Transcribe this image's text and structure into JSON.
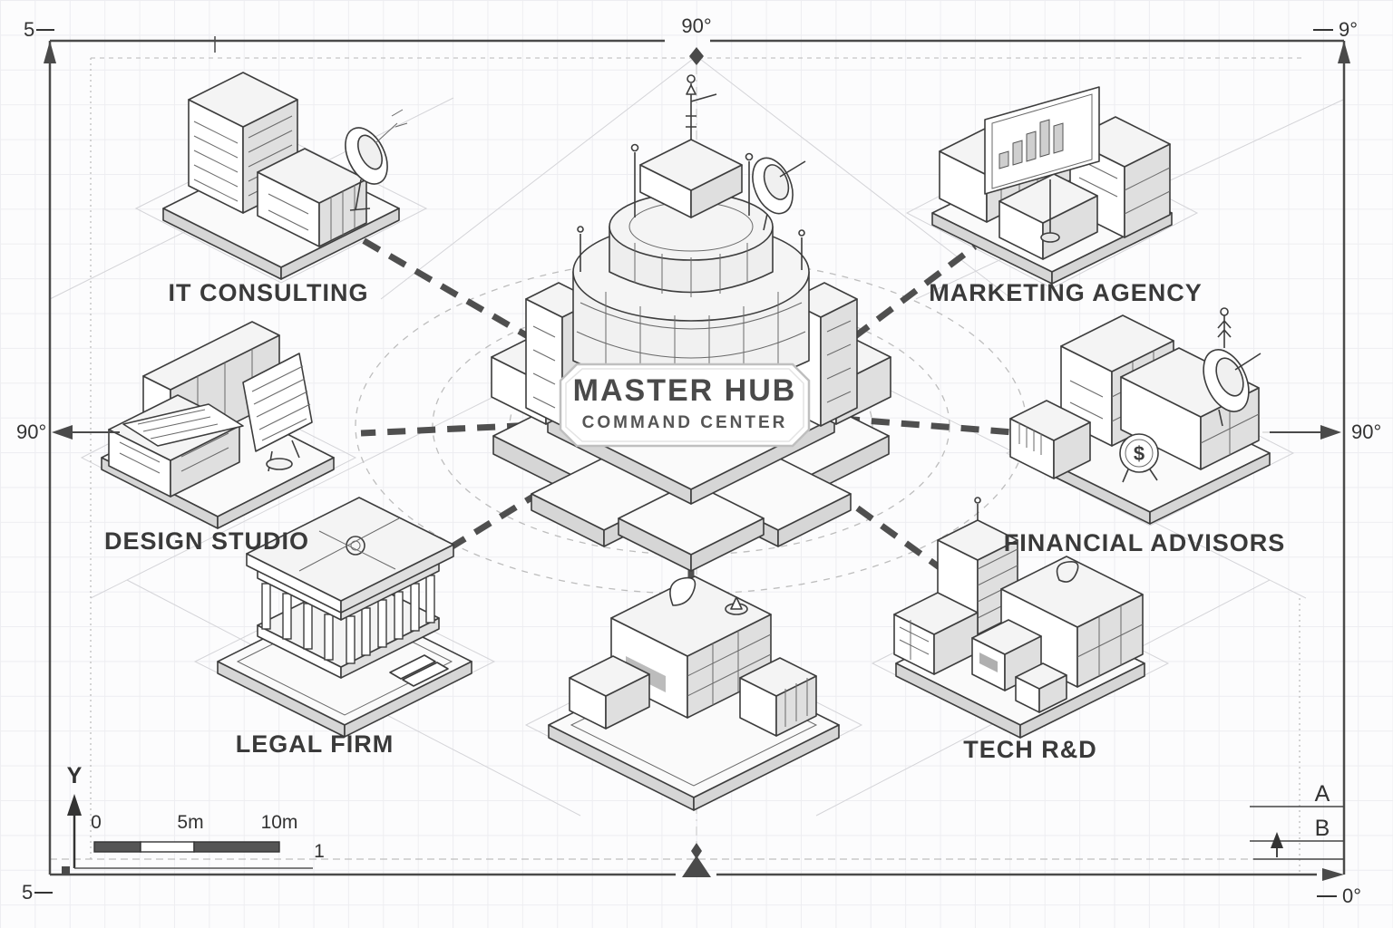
{
  "frame": {
    "top_left": "5",
    "top_center": "90°",
    "top_right": "9°",
    "mid_left": "90°",
    "mid_right": "90°",
    "bottom_left": "5",
    "bottom_right": "0°"
  },
  "hub": {
    "title": "MASTER HUB",
    "subtitle": "COMMAND CENTER"
  },
  "buildings": [
    {
      "id": "it-consulting",
      "label": "IT CONSULTING",
      "feature": "office-towers-with-satellite-dish"
    },
    {
      "id": "marketing-agency",
      "label": "MARKETING AGENCY",
      "feature": "billboard-with-bar-chart"
    },
    {
      "id": "design-studio",
      "label": "DESIGN STUDIO",
      "feature": "drafting-easel-canvases"
    },
    {
      "id": "financial-advisors",
      "label": "FINANCIAL ADVISORS",
      "feature": "dollar-badge-and-satellite-dish"
    },
    {
      "id": "legal-firm",
      "label": "LEGAL FIRM",
      "feature": "columned-courthouse"
    },
    {
      "id": "tech-rnd",
      "label": "TECH R&D",
      "feature": "modular-lab-blocks"
    },
    {
      "id": "south-annex",
      "label": "",
      "feature": "unlabeled-building"
    }
  ],
  "connections": [
    {
      "from": "master-hub",
      "to": "it-consulting"
    },
    {
      "from": "master-hub",
      "to": "marketing-agency"
    },
    {
      "from": "master-hub",
      "to": "design-studio"
    },
    {
      "from": "master-hub",
      "to": "financial-advisors"
    },
    {
      "from": "master-hub",
      "to": "legal-firm"
    },
    {
      "from": "master-hub",
      "to": "tech-rnd"
    },
    {
      "from": "master-hub",
      "to": "south-annex"
    }
  ],
  "scale_bar": {
    "tick_0": "0",
    "tick_5": "5m",
    "tick_10": "10m"
  },
  "axes": {
    "y_label": "Y",
    "x_tick": "1",
    "section_a": "A",
    "section_b": "B"
  },
  "icons": {
    "dollar": "$"
  },
  "colors": {
    "ink": "#3d3d3d",
    "connector": "#4f4f4f",
    "grid": "#ececf0",
    "paper": "#fcfcfd",
    "shade": "#dcdcdc"
  }
}
